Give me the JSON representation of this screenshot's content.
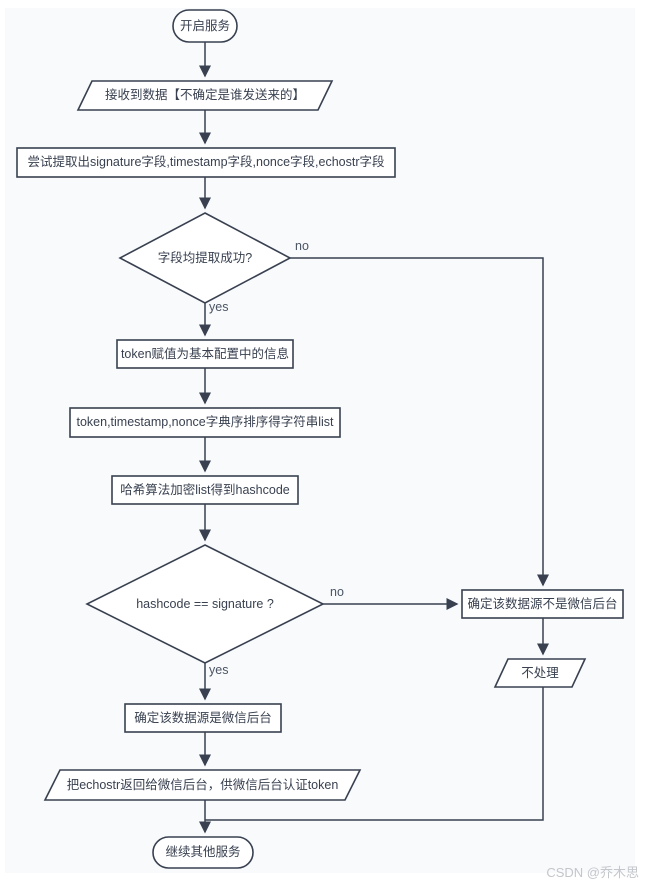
{
  "diagram": {
    "type": "flowchart",
    "colors": {
      "canvas_bg": "#f8fafc",
      "shape_fill": "#ffffff",
      "stroke": "#394150",
      "watermark": "#c3c6cb"
    },
    "nodes": {
      "start": {
        "shape": "terminator",
        "label": "开启服务"
      },
      "receive": {
        "shape": "parallelogram",
        "label": "接收到数据【不确定是谁发送来的】"
      },
      "extract": {
        "shape": "process",
        "label": "尝试提取出signature字段,timestamp字段,nonce字段,echostr字段"
      },
      "check_fields": {
        "shape": "decision",
        "label": "字段均提取成功?"
      },
      "token_assign": {
        "shape": "process",
        "label": "token赋值为基本配置中的信息"
      },
      "sort_list": {
        "shape": "process",
        "label": "token,timestamp,nonce字典序排序得字符串list"
      },
      "hash": {
        "shape": "process",
        "label": "哈希算法加密list得到hashcode"
      },
      "check_hash": {
        "shape": "decision",
        "label": "hashcode == signature ?"
      },
      "confirm_not_wechat": {
        "shape": "process",
        "label": "确定该数据源不是微信后台"
      },
      "ignore": {
        "shape": "parallelogram",
        "label": "不处理"
      },
      "confirm_wechat": {
        "shape": "process",
        "label": "确定该数据源是微信后台"
      },
      "return_echostr": {
        "shape": "parallelogram",
        "label": "把echostr返回给微信后台，供微信后台认证token"
      },
      "end": {
        "shape": "terminator",
        "label": "继续其他服务"
      }
    },
    "edge_labels": {
      "check_fields_no": "no",
      "check_fields_yes": "yes",
      "check_hash_no": "no",
      "check_hash_yes": "yes"
    },
    "watermark": "CSDN @乔木思"
  }
}
